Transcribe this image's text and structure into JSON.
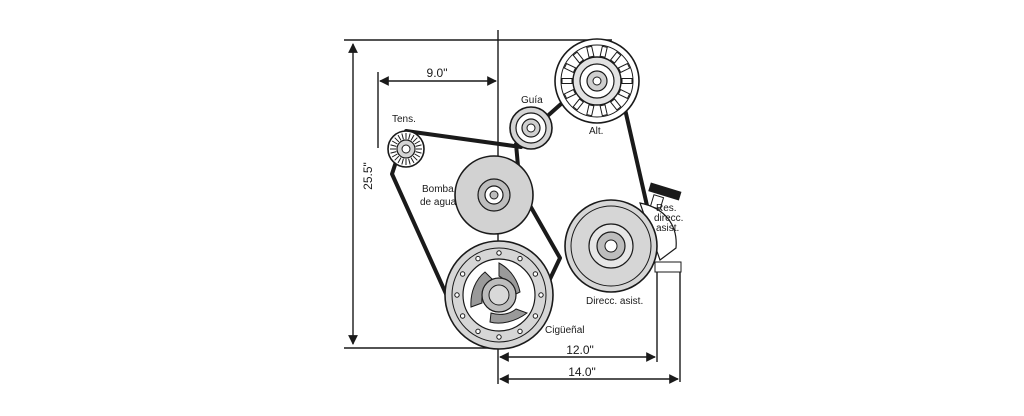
{
  "dimensions": {
    "height": "25.5\"",
    "tensioner_offset": "9.0\"",
    "power_steering_offset": "12.0\"",
    "reservoir_offset": "14.0\""
  },
  "labels": {
    "tensioner": "Tens.",
    "idler": "Guía",
    "alternator": "Alt.",
    "water_pump_line1": "Bomba",
    "water_pump_line2": "de agua",
    "reservoir_line1": "Res.",
    "reservoir_line2": "direcc.",
    "reservoir_line3": "asist.",
    "power_steering": "Direcc. asist.",
    "crankshaft": "Cigüeñal"
  },
  "colors": {
    "belt": "#1a1a1a",
    "line": "#1a1a1a",
    "pulley_outer": "#d7d7d7",
    "pulley_mid": "#bfbfbf",
    "pulley_dark": "#8a8a8a"
  }
}
